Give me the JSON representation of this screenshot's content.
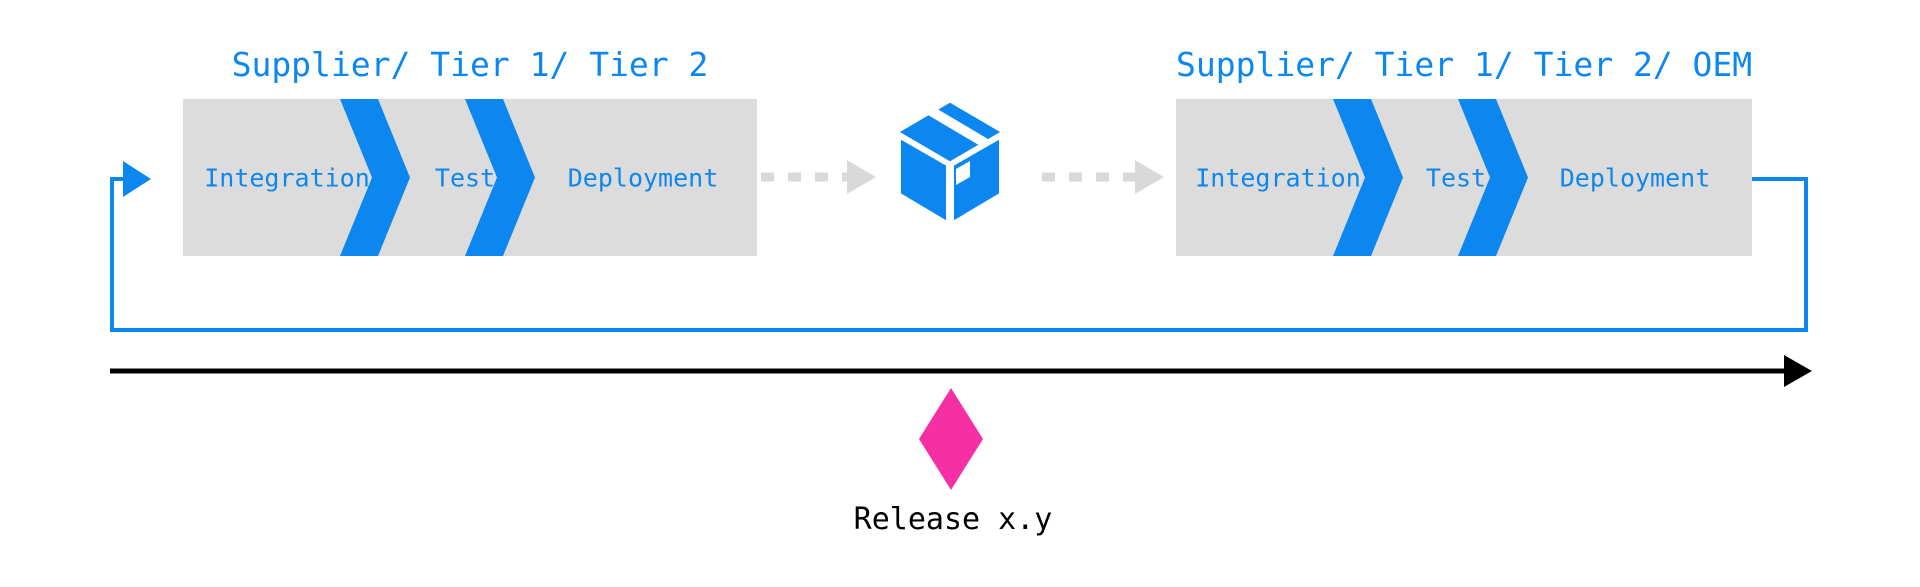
{
  "diagram": {
    "left_pipeline": {
      "title": "Supplier/ Tier 1/ Tier 2",
      "stages": [
        "Integration",
        "Test",
        "Deployment"
      ]
    },
    "right_pipeline": {
      "title": "Supplier/ Tier 1/ Tier 2/ OEM",
      "stages": [
        "Integration",
        "Test",
        "Deployment"
      ]
    },
    "artifact": {
      "icon": "package-box-icon"
    },
    "release_marker": {
      "label": "Release x.y",
      "shape": "diamond"
    },
    "colors": {
      "accent_blue": "#0d87f0",
      "box_gray": "#dcdcdc",
      "dash_gray": "#d9d9d9",
      "marker_pink": "#f72fa5",
      "timeline_black": "#000000"
    }
  }
}
